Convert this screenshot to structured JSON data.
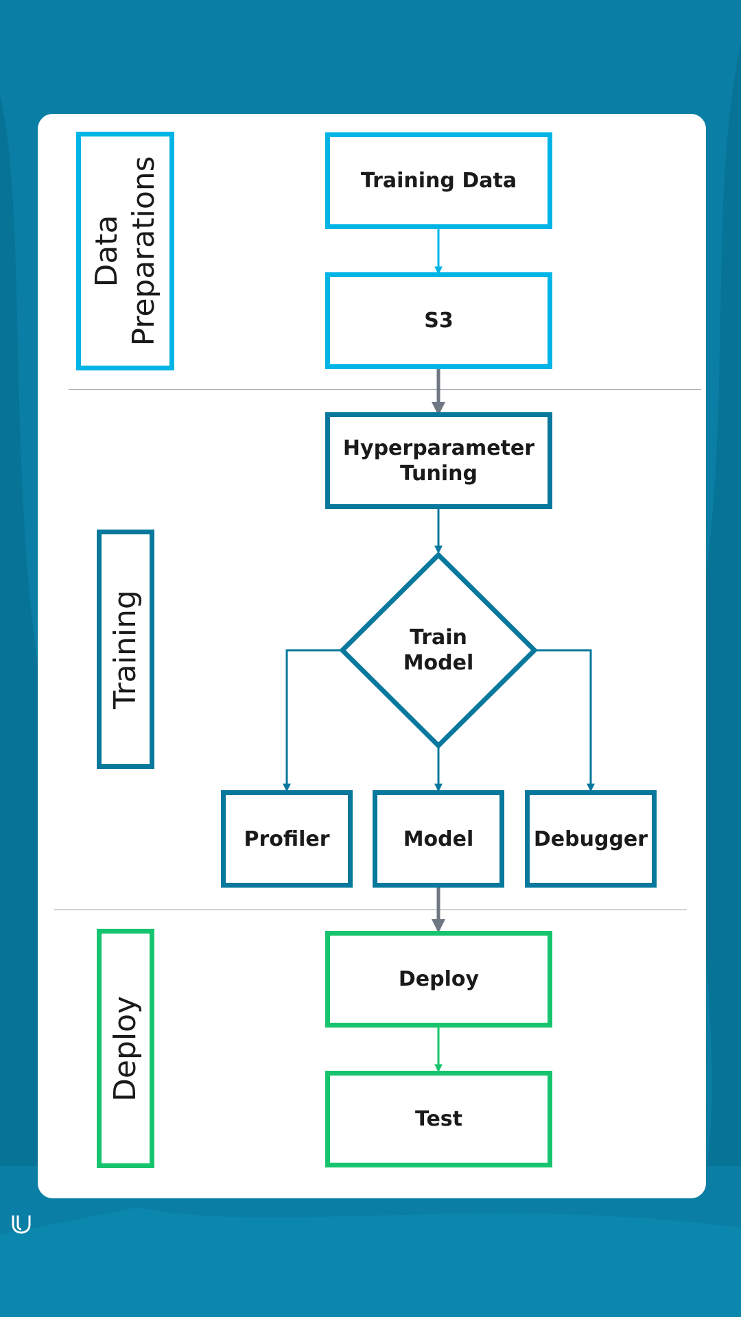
{
  "colors": {
    "background": "#0a7ea4",
    "data_prep": "#00b4e6",
    "training": "#08789d",
    "deploy": "#17c46e",
    "separator": "#6e7782"
  },
  "sections": {
    "data_prep": "Data\nPreparations",
    "training": "Training",
    "deploy": "Deploy"
  },
  "nodes": {
    "training_data": "Training Data",
    "s3": "S3",
    "hyperparameter": "Hyperparameter\nTuning",
    "train_model": "Train\nModel",
    "profiler": "Profiler",
    "model": "Model",
    "debugger": "Debugger",
    "deploy": "Deploy",
    "test": "Test"
  },
  "logo": "udacity-logo-icon"
}
